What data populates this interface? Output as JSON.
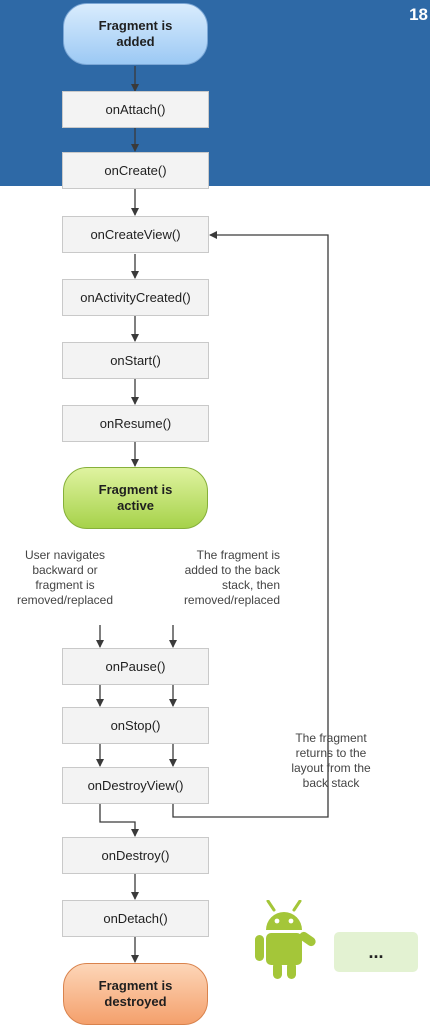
{
  "page_number": "18",
  "states": {
    "added": "Fragment is\nadded",
    "active": "Fragment is\nactive",
    "destroyed": "Fragment is\ndestroyed"
  },
  "methods": {
    "on_attach": "onAttach()",
    "on_create": "onCreate()",
    "on_create_view": "onCreateView()",
    "on_activity_created": "onActivityCreated()",
    "on_start": "onStart()",
    "on_resume": "onResume()",
    "on_pause": "onPause()",
    "on_stop": "onStop()",
    "on_destroy_view": "onDestroyView()",
    "on_destroy": "onDestroy()",
    "on_detach": "onDetach()"
  },
  "notes": {
    "user_navigates": "User navigates\nbackward or\nfragment is\nremoved/replaced",
    "back_stack": "The fragment is\nadded to the back\nstack, then\nremoved/replaced",
    "returns": "The fragment\nreturns to the\nlayout from the\nback stack"
  },
  "speech_text": "...",
  "colors": {
    "header_band": "#2e69a6",
    "added_state": "#9cc9f4",
    "active_state": "#a6d24a",
    "destroyed_state": "#f4a06c",
    "method_box": "#f3f3f3",
    "android_green": "#a4c639",
    "speech_bubble": "#e3f2d2"
  }
}
